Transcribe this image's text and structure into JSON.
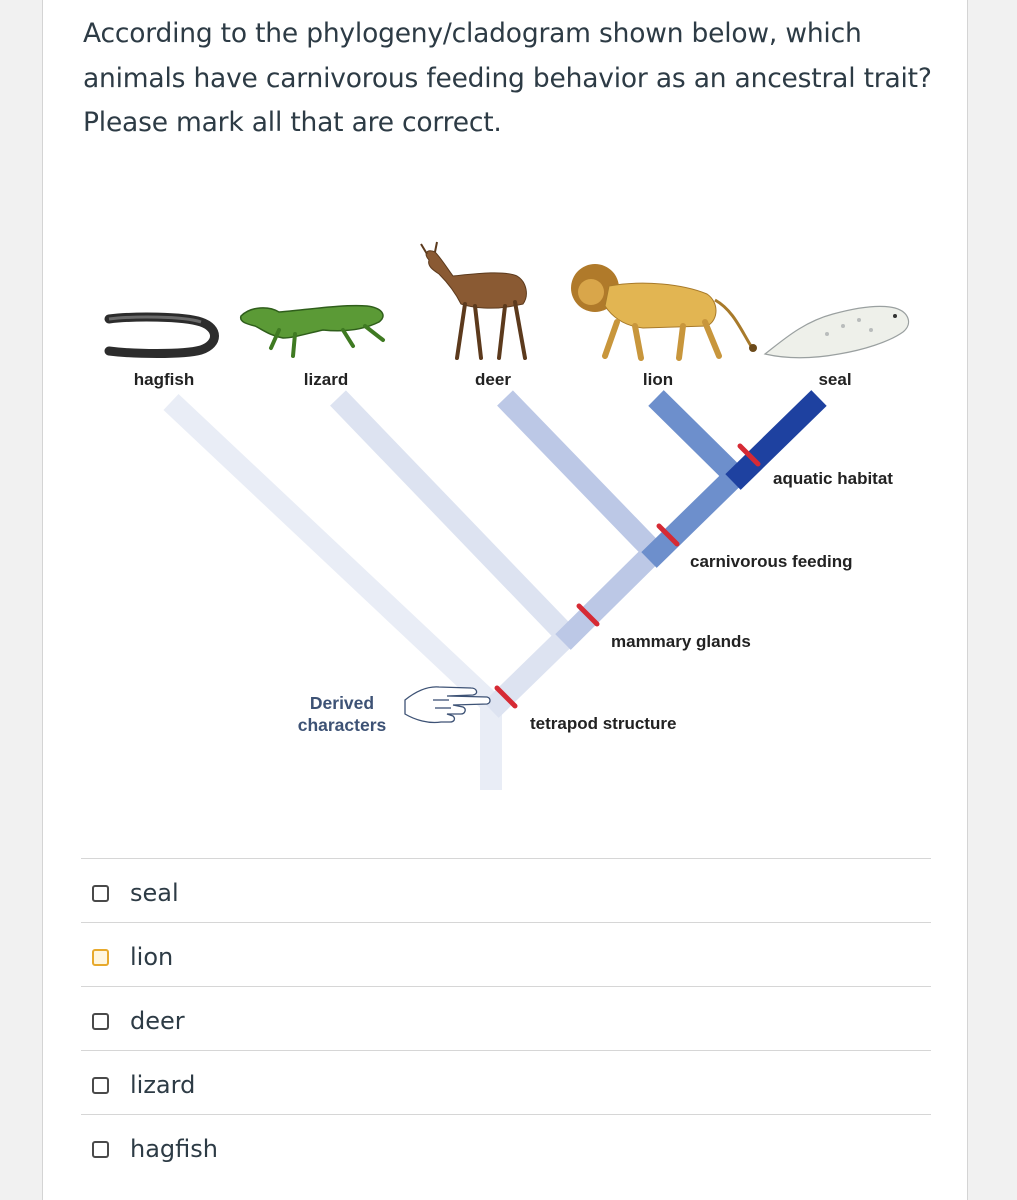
{
  "question": {
    "text": "According to the phylogeny/cladogram shown below, which animals have carnivorous feeding behavior as an ancestral trait? Please mark all that are correct."
  },
  "cladogram": {
    "taxa": [
      "hagfish",
      "lizard",
      "deer",
      "lion",
      "seal"
    ],
    "characters": [
      "tetrapod structure",
      "mammary glands",
      "carnivorous feeding",
      "aquatic habitat"
    ],
    "pointer_label": "Derived characters",
    "colors": {
      "hagfish": "#e9edf6",
      "lizard": "#dde3f1",
      "deer": "#bcc8e6",
      "lion": "#6d8fcc",
      "seal": "#1e41a0",
      "marker": "#d62a34"
    }
  },
  "options": [
    {
      "label": "seal",
      "checked": false,
      "focused": false
    },
    {
      "label": "lion",
      "checked": false,
      "focused": true
    },
    {
      "label": "deer",
      "checked": false,
      "focused": false
    },
    {
      "label": "lizard",
      "checked": false,
      "focused": false
    },
    {
      "label": "hagfish",
      "checked": false,
      "focused": false
    }
  ]
}
